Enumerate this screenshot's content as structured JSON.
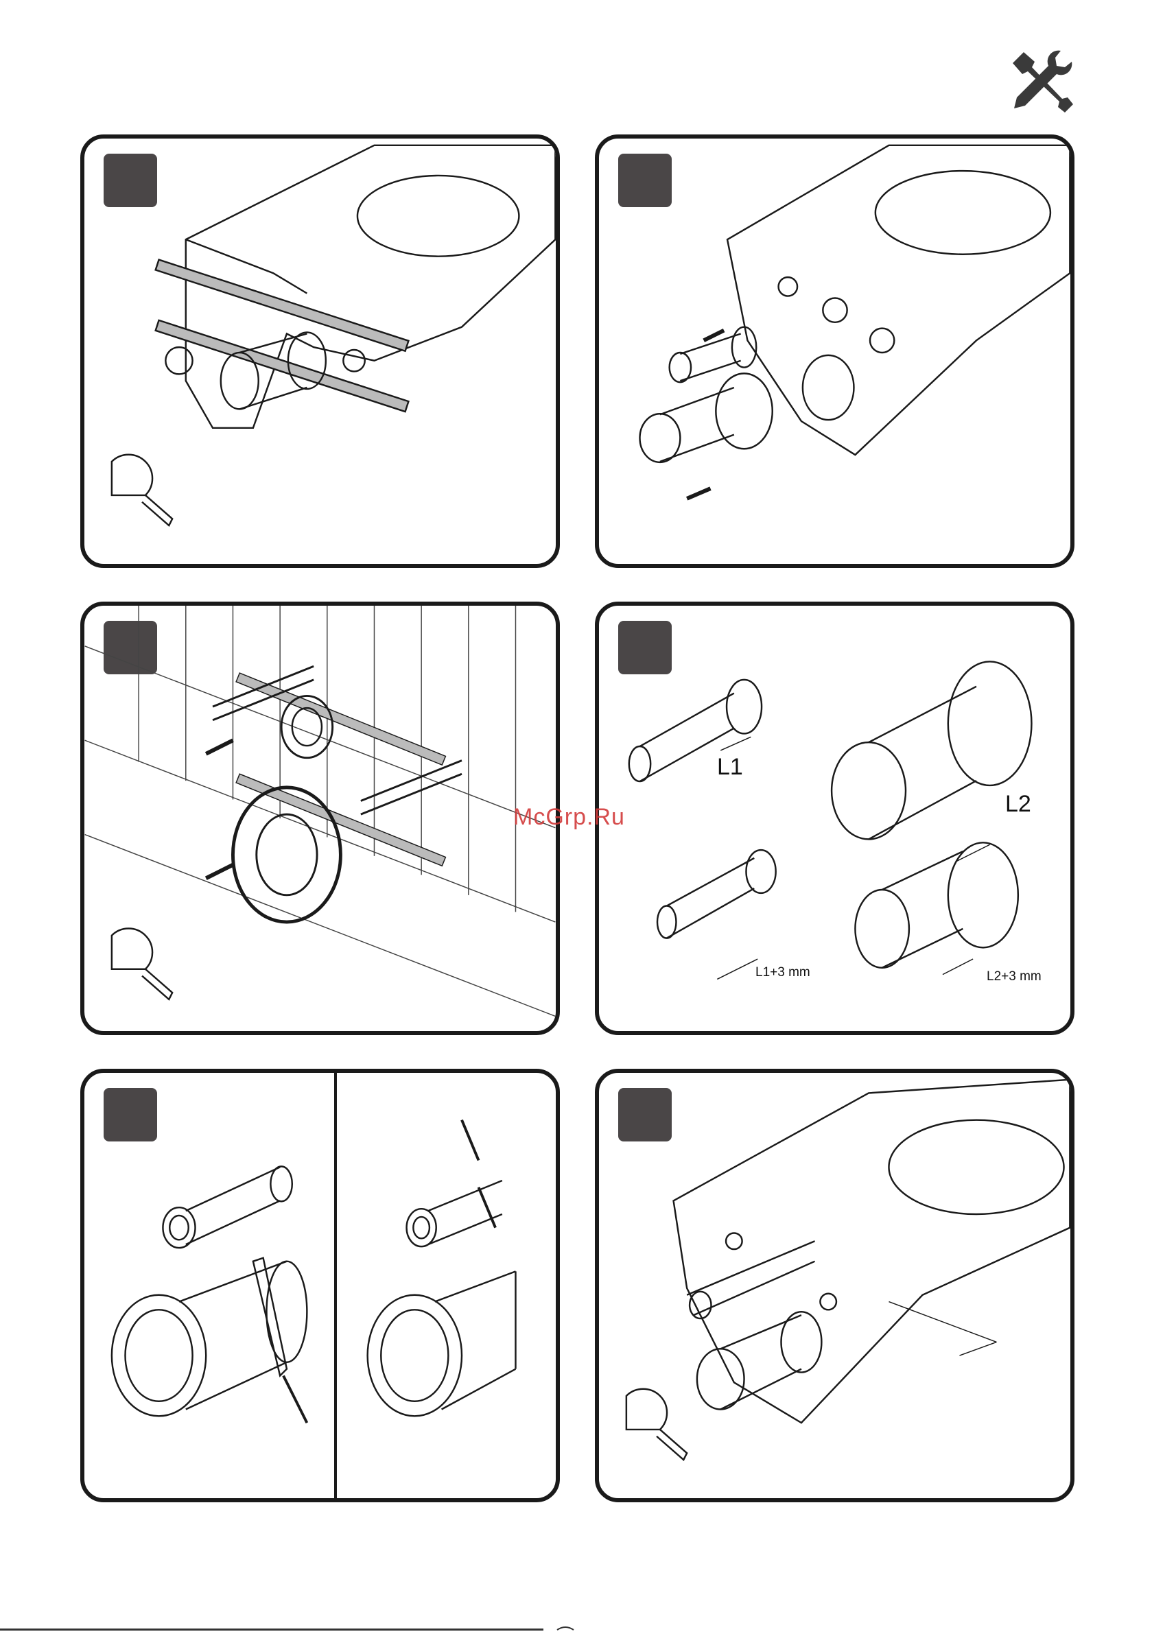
{
  "header": {
    "icon": "tools-icon"
  },
  "panels": [
    {
      "id": "step-1",
      "illustration": "measure-fixing-points"
    },
    {
      "id": "step-2",
      "illustration": "remove-connectors"
    },
    {
      "id": "step-3",
      "illustration": "insert-connectors-wall"
    },
    {
      "id": "step-4",
      "illustration": "measure-lengths",
      "labels": {
        "l1": "L1",
        "l2": "L2",
        "l1_cut": "L1+3 mm",
        "l2_cut": "L2+3 mm"
      }
    },
    {
      "id": "step-5",
      "illustration": "cut-pipes"
    },
    {
      "id": "step-6",
      "illustration": "mount-toilet"
    }
  ],
  "watermark": "McGrp.Ru",
  "colors": {
    "outline": "#1a1a1a",
    "badge": "#4a4647",
    "watermark": "#d23a3a"
  }
}
